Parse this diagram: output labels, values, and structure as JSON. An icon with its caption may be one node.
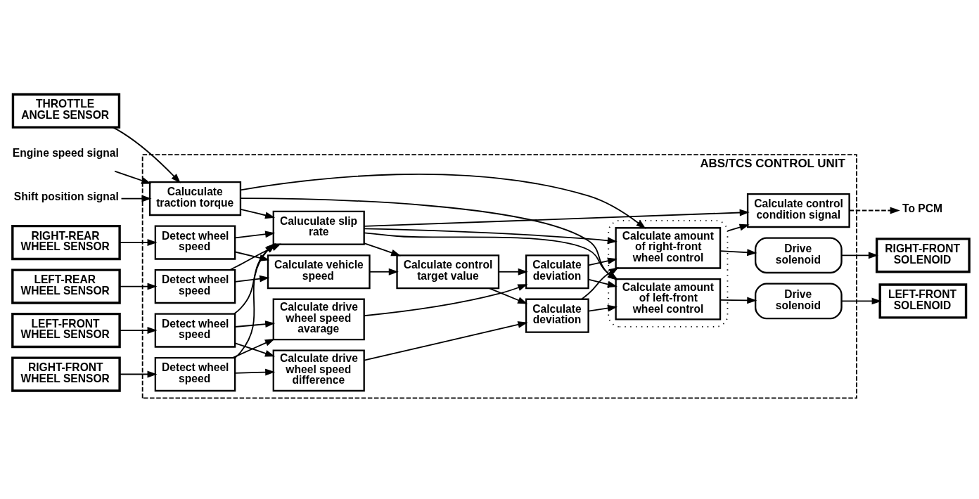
{
  "diagram": {
    "nodes": [
      {
        "text": [
          "THROTTLE ANGLE SENSOR"
        ]
      },
      {
        "text": [
          "Engine speed signal"
        ]
      },
      {
        "text": [
          "Shift position signal"
        ]
      },
      {
        "text": [
          "RIGHT-REAR WHEEL SENSOR"
        ]
      },
      {
        "text": [
          "LEFT-REAR WHEEL SENSOR"
        ]
      },
      {
        "text": [
          "RIGHT-FRONT WHEEL SENSOR"
        ]
      },
      {
        "text": [
          "LEFT-FRONT WHEEL SENSOR"
        ]
      },
      {
        "text": [
          "ABS/TCS CONTROL UNIT"
        ]
      },
      {
        "text": [
          "Detect wheel speed"
        ],
        "in": 7
      },
      {
        "text": [
          "Detect wheel speed"
        ],
        "in": 7
      },
      {
        "text": [
          "Detect wheel speed"
        ],
        "in": 7
      },
      {
        "text": [
          "Detect wheel speed"
        ],
        "in": 7
      },
      {
        "text": [
          "Caluculate traction torque"
        ],
        "in": 7
      },
      {
        "text": [
          "Caluculate slip rate"
        ],
        "in": 7
      },
      {
        "text": [
          "Calculate control target value"
        ],
        "in": 7
      },
      {
        "text": [
          "Calculate vehicle speed"
        ],
        "in": 7
      },
      {
        "text": [
          "Calculate drive wheel speed avarage"
        ],
        "in": 7
      },
      {
        "text": [
          "Calculate drive wheel speed difference"
        ],
        "in": 7
      },
      {
        "text": [
          "Calculate deviation"
        ],
        "in": 7
      },
      {
        "text": [
          "Calculate deviation"
        ],
        "in": 7
      },
      {
        "text": [
          "Calculate control condition signal"
        ],
        "in": 7
      },
      {
        "text": [],
        "shape": "box",
        "in": 7
      },
      {
        "text": [
          "Calculate amount of right-front wheel control"
        ],
        "in": 21
      },
      {
        "text": [
          "Calculate amount of left-front wheel control"
        ],
        "in": 21
      },
      {
        "text": [
          "Drive solenoid"
        ],
        "in": 7
      },
      {
        "text": [
          "Drive solenoid"
        ],
        "in": 7
      },
      {
        "text": [
          "RIGHT-FRONT SOLENOID"
        ]
      },
      {
        "text": [
          "LEFT-FRONT SOLENOID"
        ]
      },
      {
        "text": [
          "To PCM"
        ]
      }
    ],
    "edges": [
      {
        "from": 0,
        "to": 12,
        "arrow": "to"
      },
      {
        "from": 1,
        "to": 12,
        "arrow": "to"
      },
      {
        "from": 2,
        "to": 12,
        "arrow": "to"
      },
      {
        "from": 3,
        "to": 8,
        "arrow": "to"
      },
      {
        "from": 4,
        "to": 9,
        "arrow": "to"
      },
      {
        "from": 5,
        "to": 10,
        "arrow": "to"
      },
      {
        "from": 6,
        "to": 11,
        "arrow": "to"
      },
      {
        "from": 8,
        "to": 13,
        "arrow": "to"
      },
      {
        "from": 8,
        "to": 15,
        "arrow": "to"
      },
      {
        "from": 9,
        "to": 13,
        "arrow": "to"
      },
      {
        "from": 9,
        "to": 15,
        "arrow": "to"
      },
      {
        "from": 10,
        "to": 13,
        "arrow": "to"
      },
      {
        "from": 10,
        "to": 16,
        "arrow": "to"
      },
      {
        "from": 10,
        "to": 17,
        "arrow": "to"
      },
      {
        "from": 11,
        "to": 13,
        "arrow": "to"
      },
      {
        "from": 11,
        "to": 16,
        "arrow": "to"
      },
      {
        "from": 11,
        "to": 17,
        "arrow": "to"
      },
      {
        "from": 12,
        "to": 13,
        "arrow": "to"
      },
      {
        "from": 12,
        "to": 22,
        "arrow": "to"
      },
      {
        "from": 12,
        "to": 23,
        "arrow": "to"
      },
      {
        "from": 13,
        "to": 14,
        "arrow": "to"
      },
      {
        "from": 13,
        "to": 20,
        "arrow": "to"
      },
      {
        "from": 13,
        "to": 22,
        "arrow": "to"
      },
      {
        "from": 13,
        "to": 23,
        "arrow": "to"
      },
      {
        "from": 15,
        "to": 14,
        "arrow": "to"
      },
      {
        "from": 14,
        "to": 18,
        "arrow": "to"
      },
      {
        "from": 14,
        "to": 19,
        "arrow": "to"
      },
      {
        "from": 16,
        "to": 18,
        "arrow": "to"
      },
      {
        "from": 17,
        "to": 19,
        "arrow": "to"
      },
      {
        "from": 18,
        "to": 22,
        "arrow": "to"
      },
      {
        "from": 18,
        "to": 23,
        "arrow": "to"
      },
      {
        "from": 19,
        "to": 22,
        "arrow": "to"
      },
      {
        "from": 19,
        "to": 23,
        "arrow": "to"
      },
      {
        "from": 21,
        "to": 20,
        "arrow": "to"
      },
      {
        "from": 20,
        "to": 28,
        "arrow": "to",
        "style": "dashed"
      },
      {
        "from": 22,
        "to": 24,
        "arrow": "to"
      },
      {
        "from": 23,
        "to": 25,
        "arrow": "to"
      },
      {
        "from": 24,
        "to": 26,
        "arrow": "to"
      },
      {
        "from": 25,
        "to": 27,
        "arrow": "to"
      }
    ]
  }
}
